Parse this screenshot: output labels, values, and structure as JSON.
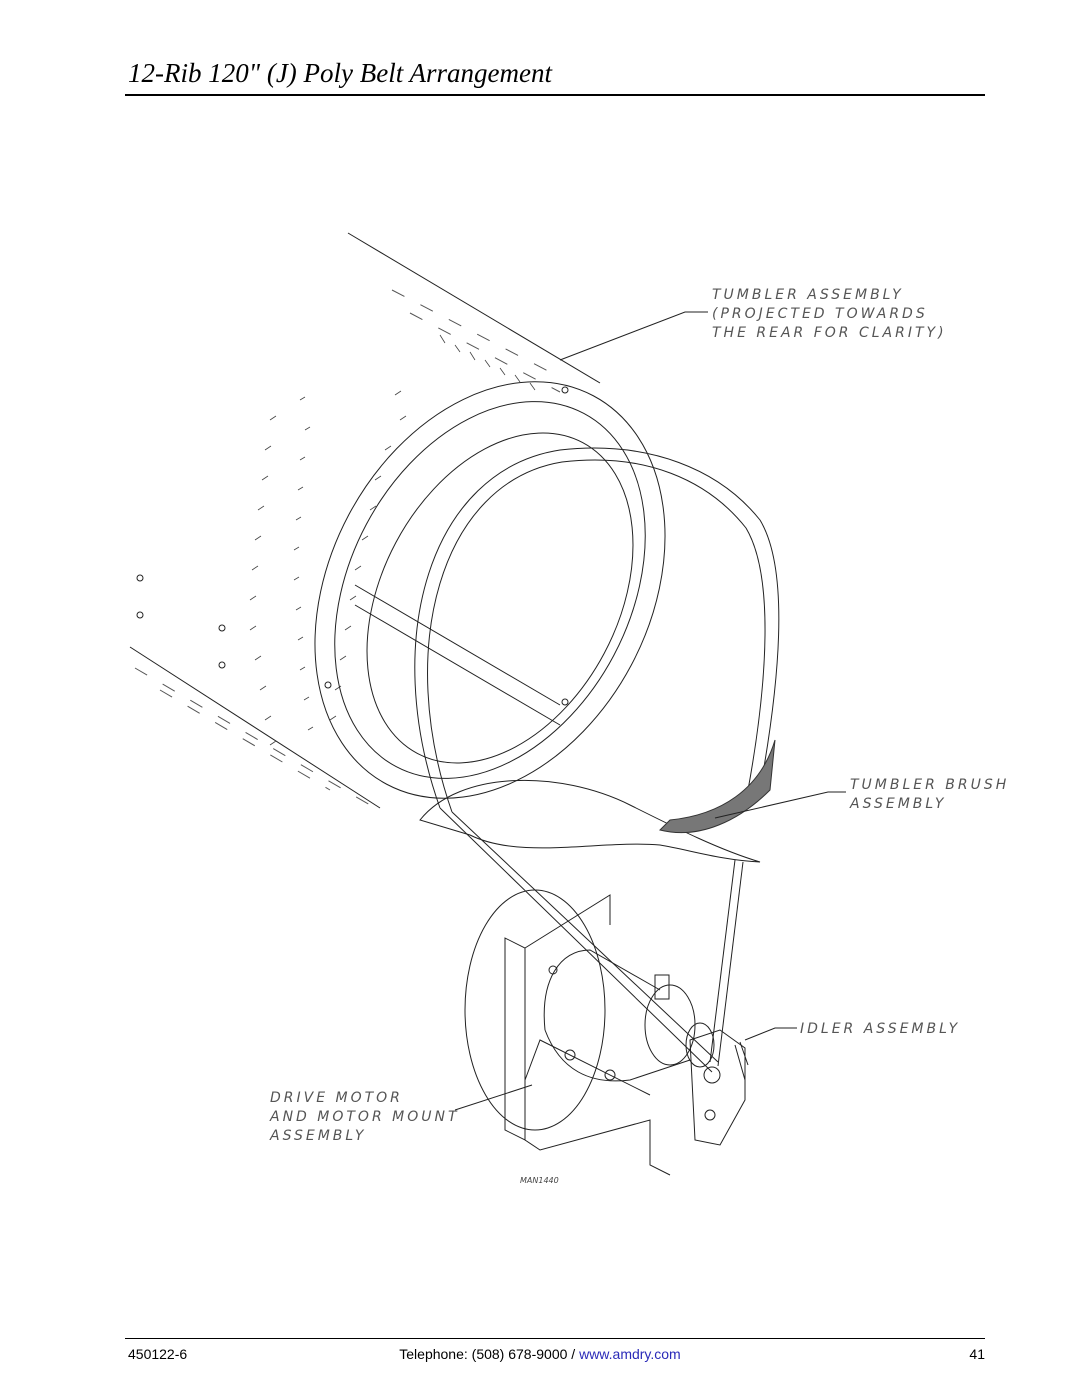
{
  "page": {
    "title": "12-Rib 120\" (J) Poly Belt Arrangement"
  },
  "drawing": {
    "labels": {
      "tumbler_line1": "TUMBLER ASSEMBLY",
      "tumbler_line2": "(PROJECTED TOWARDS",
      "tumbler_line3": "THE REAR FOR CLARITY)",
      "brush_line1": "TUMBLER BRUSH",
      "brush_line2": "ASSEMBLY",
      "idler": "IDLER ASSEMBLY",
      "motor_line1": "DRIVE MOTOR",
      "motor_line2": "AND MOTOR MOUNT",
      "motor_line3": "ASSEMBLY"
    },
    "drawing_number": "MAN1440"
  },
  "footer": {
    "doc_number": "450122-6",
    "telephone_label": "Telephone: (508) 678-9000 /",
    "website": "www.amdry.com",
    "page_number": "41"
  }
}
